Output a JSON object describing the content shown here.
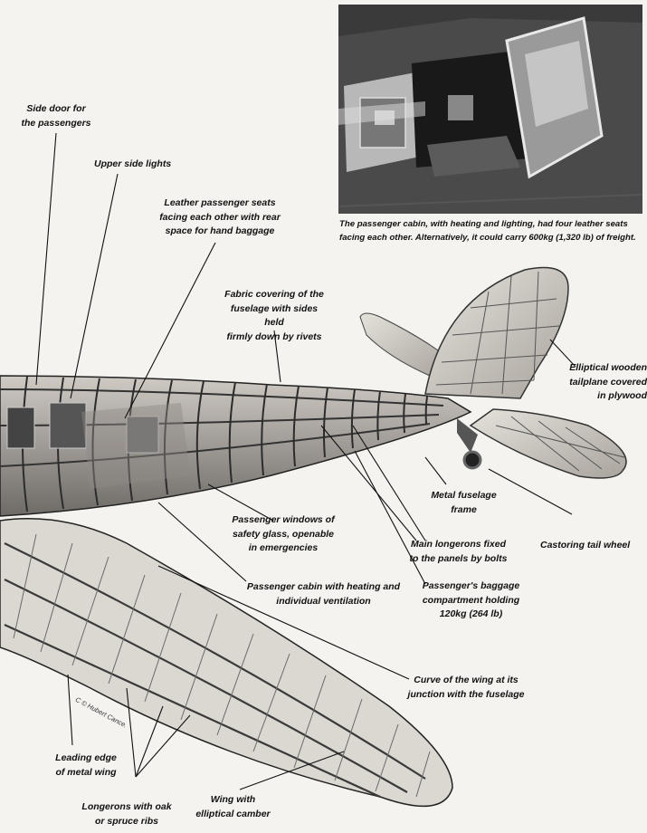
{
  "photo": {
    "caption": "The passenger cabin, with heating and lighting, had four leather seats facing each other. Alternatively, it could carry 600kg (1,320 lb) of freight."
  },
  "labels": {
    "side_door": "Side door for\nthe passengers",
    "upper_side_lights": "Upper side lights",
    "leather_seats": "Leather passenger seats\nfacing each other with rear\nspace for hand baggage",
    "fabric_covering": "Fabric covering of the\nfuselage with sides held\nfirmly down by rivets",
    "tailplane": "Elliptical wooden\ntailplane covered\nin plywood",
    "metal_frame": "Metal fuselage\nframe",
    "castoring_wheel": "Castoring tail wheel",
    "windows": "Passenger windows of\nsafety glass, openable\nin emergencies",
    "main_longerons": "Main longerons fixed\nto the panels by bolts",
    "cabin_heating": "Passenger cabin with heating and\nindividual ventilation",
    "baggage": "Passenger's baggage\ncompartment holding\n120kg (264 lb)",
    "wing_curve": "Curve of the wing at its\njunction with the fuselage",
    "leading_edge": "Leading edge\nof metal wing",
    "longerons_ribs": "Longerons with oak\nor spruce ribs",
    "elliptical_camber": "Wing with\nelliptical camber"
  },
  "credit": "C © Hubert Cance."
}
